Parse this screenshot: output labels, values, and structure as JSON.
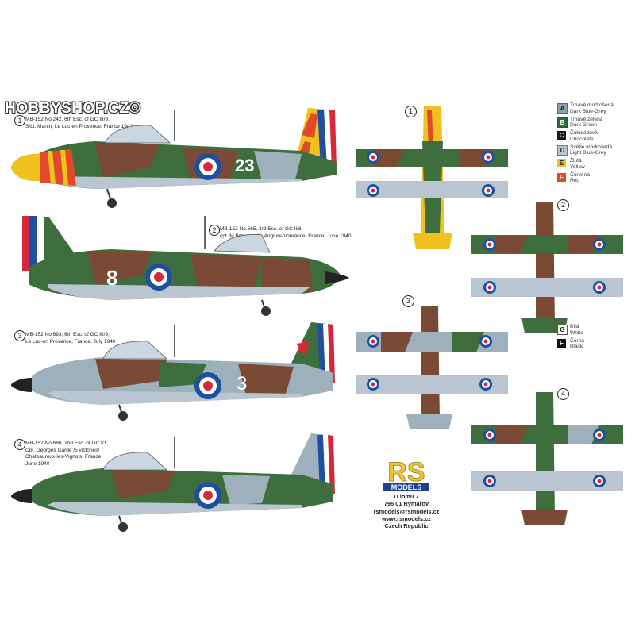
{
  "watermark": "HOBBYSHOP.CZ©",
  "captions": [
    {
      "number": "1",
      "lines": [
        "MB-152 No.242, 6th Esc. of GC III/9,",
        "S/Lt. Martin, Le Luc-en Provence, France 1942"
      ]
    },
    {
      "number": "2",
      "lines": [
        "MB-152 No.665, 3rd Esc. of GC II/6,",
        "cpt. M.Brzezowski, Anglure-Vonrance, France, June 1940"
      ]
    },
    {
      "number": "3",
      "lines": [
        "MB-152 No.693, 6th Esc. of GC III/9,",
        "Le Luc-en Provence, France, July 1940"
      ]
    },
    {
      "number": "4",
      "lines": [
        "MB-152 No.686, 2nd Esc. of GC I/1,",
        "Cpt. Georges Garde /5 victories/",
        "Chateauroux-les-Vignots, France,",
        "June 1940"
      ]
    }
  ],
  "aircraft_codes": [
    "23",
    "8",
    "3"
  ],
  "top_view_numbers": [
    "1",
    "2",
    "3",
    "4"
  ],
  "legend": [
    {
      "letter": "A",
      "color": "#8ea0aa",
      "text_color": "#222",
      "cz": "Tmavě modrošedá",
      "en": "Dark Blue-Grey"
    },
    {
      "letter": "B",
      "color": "#2f6b3b",
      "text_color": "#fff",
      "cz": "Tmavě zelená",
      "en": "Dark Green"
    },
    {
      "letter": "C",
      "color": "#1a1a1a",
      "text_color": "#fff",
      "cz": "Čokoládová",
      "en": "Chocolate"
    },
    {
      "letter": "D",
      "color": "#b8c7d6",
      "text_color": "#222",
      "cz": "Světle modrošedá",
      "en": "Light Blue-Grey"
    },
    {
      "letter": "E",
      "color": "#f0c21e",
      "text_color": "#222",
      "cz": "Žlutá",
      "en": "Yellow"
    },
    {
      "letter": "F",
      "color": "#e04a2a",
      "text_color": "#fff",
      "cz": "Červená",
      "en": "Red"
    },
    {
      "letter": "G",
      "color": "#ffffff",
      "text_color": "#222",
      "cz": "Bílá",
      "en": "White"
    },
    {
      "letter": "F",
      "color": "#111111",
      "text_color": "#fff",
      "cz": "Černá",
      "en": "Black"
    }
  ],
  "logo": {
    "letters": "RS",
    "subtitle": "MODELS"
  },
  "address": [
    "U lomu 7",
    "795 01 Rýmařov",
    "rsmodels@rsmodels.cz",
    "www.rsmodels.cz",
    "Czech Republic"
  ],
  "colors": {
    "camo_green": "#3f6e3e",
    "camo_brown": "#7a4a35",
    "camo_grey": "#9fb0bd",
    "under_grey": "#b9c6d1",
    "roundel_blue": "#1f4fa0",
    "roundel_red": "#d6283a"
  }
}
